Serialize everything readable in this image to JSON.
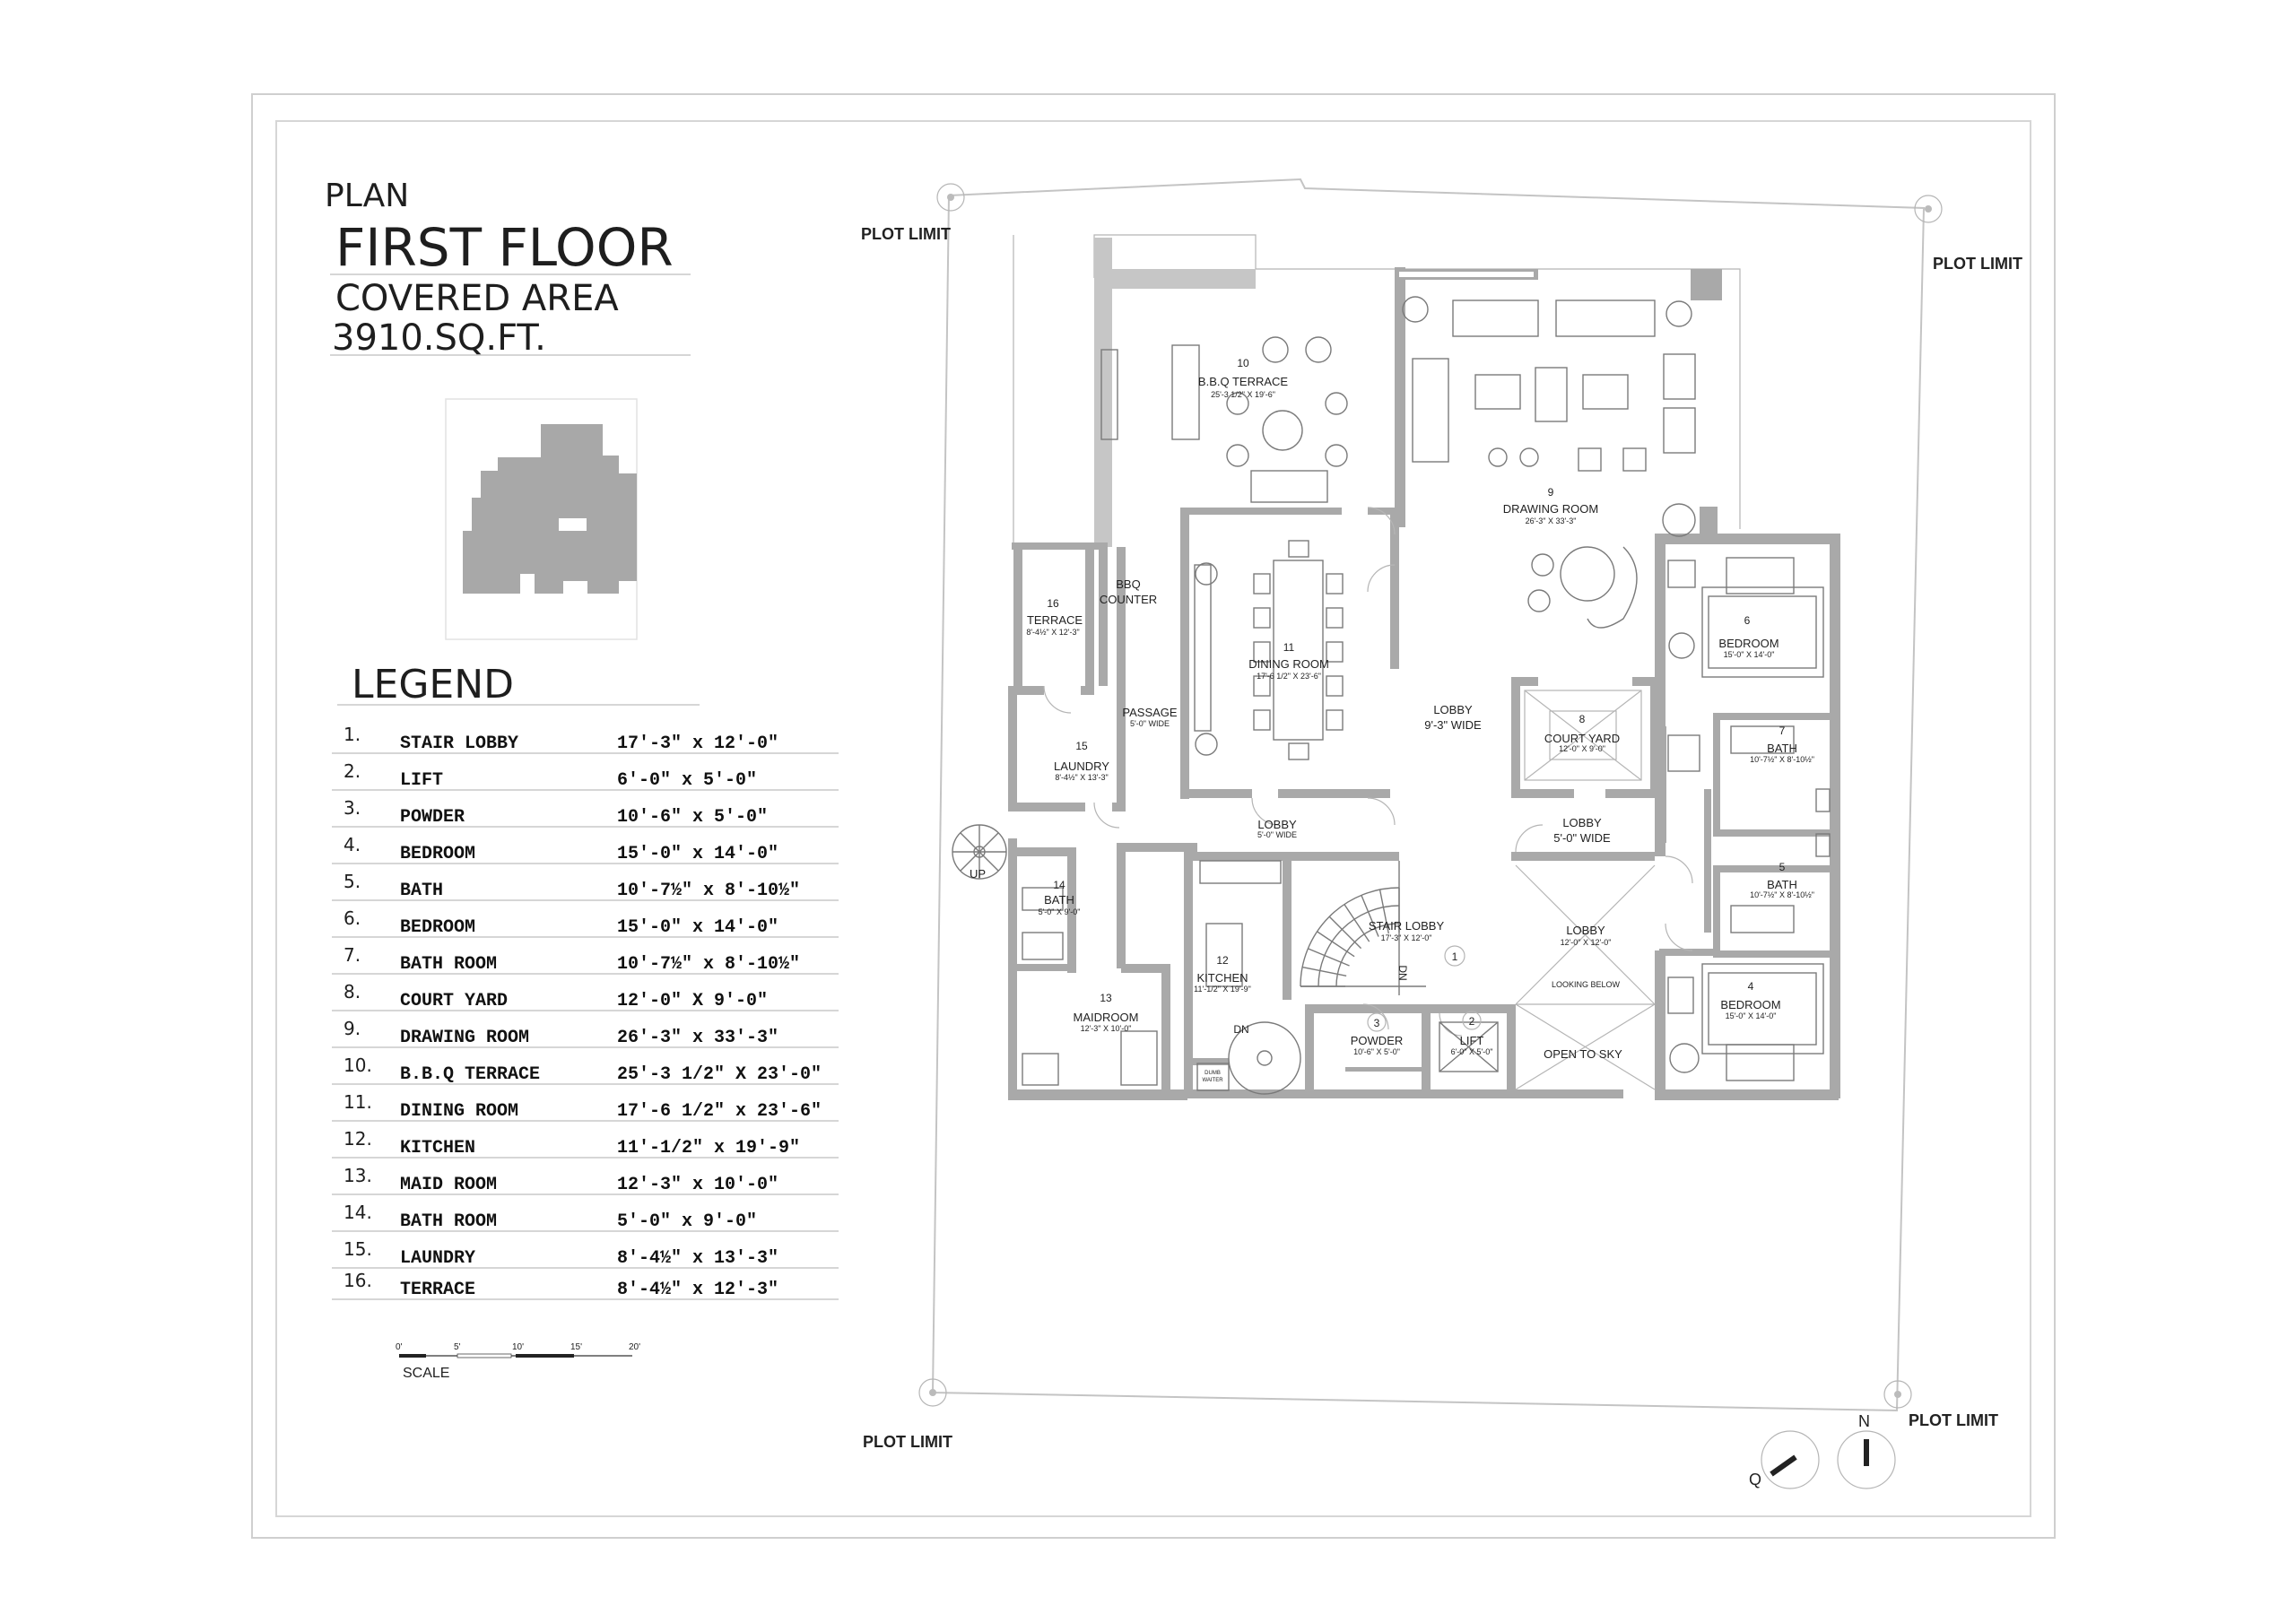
{
  "title": {
    "plan": "PLAN",
    "floor": "FIRST FLOOR",
    "covered": "COVERED AREA",
    "area": "3910.SQ.FT."
  },
  "legend": {
    "heading": "LEGEND",
    "items": [
      {
        "num": "1.",
        "name": "STAIR LOBBY",
        "size": "17′-3\" x 12′-0\""
      },
      {
        "num": "2.",
        "name": "LIFT",
        "size": "6′-0\" x 5′-0\""
      },
      {
        "num": "3.",
        "name": "POWDER",
        "size": "10′-6\" x 5′-0\""
      },
      {
        "num": "4.",
        "name": "BEDROOM",
        "size": "15′-0\" x 14′-0\""
      },
      {
        "num": "5.",
        "name": "BATH",
        "size": "10′-7½\" x 8′-10½\""
      },
      {
        "num": "6.",
        "name": "BEDROOM",
        "size": "15′-0\" x 14′-0\""
      },
      {
        "num": "7.",
        "name": "BATH ROOM",
        "size": "10′-7½\" x 8′-10½\""
      },
      {
        "num": "8.",
        "name": "COURT YARD",
        "size": "12′-0\" X 9′-0\""
      },
      {
        "num": "9.",
        "name": "DRAWING ROOM",
        "size": "26′-3\" x 33′-3\""
      },
      {
        "num": "10.",
        "name": "B.B.Q TERRACE",
        "size": "25′-3 1/2\" X 23′-0\""
      },
      {
        "num": "11.",
        "name": "DINING ROOM",
        "size": "17′-6 1/2\" x 23′-6\""
      },
      {
        "num": "12.",
        "name": "KITCHEN",
        "size": "11′-1/2\" x 19′-9\""
      },
      {
        "num": "13.",
        "name": "MAID ROOM",
        "size": "12′-3\" x 10′-0\""
      },
      {
        "num": "14.",
        "name": "BATH ROOM",
        "size": "5′-0\" x 9′-0\""
      },
      {
        "num": "15.",
        "name": "LAUNDRY",
        "size": "8′-4½\" x 13′-3\""
      },
      {
        "num": "16.",
        "name": "TERRACE",
        "size": "8′-4½\" x 12′-3\""
      }
    ]
  },
  "scale": {
    "label": "SCALE",
    "ticks": [
      "0'",
      "5'",
      "10'",
      "15'",
      "20'"
    ]
  },
  "plot_limits": [
    "PLOT LIMIT",
    "PLOT LIMIT",
    "PLOT LIMIT",
    "PLOT LIMIT"
  ],
  "compass": {
    "north": "N",
    "other": "Q"
  },
  "rooms": {
    "bbq_terrace": {
      "num": "10",
      "name": "B.B.Q TERRACE",
      "size": "25'-3 1/2\" X 19'-6\""
    },
    "drawing_room": {
      "num": "9",
      "name": "DRAWING ROOM",
      "size": "26'-3\" X 33'-3\""
    },
    "terrace": {
      "num": "16",
      "name": "TERRACE",
      "size": "8'-4½\" X 12'-3\""
    },
    "bbq_counter": {
      "line1": "BBQ",
      "line2": "COUNTER"
    },
    "dining_room": {
      "num": "11",
      "name": "DINING ROOM",
      "size": "17'-6 1/2\" X 23'-6\""
    },
    "bedroom_6": {
      "num": "6",
      "name": "BEDROOM",
      "size": "15'-0\" X 14'-0\""
    },
    "lobby_main": {
      "name": "LOBBY",
      "size": "9'-3\" WIDE"
    },
    "passage": {
      "name": "PASSAGE",
      "size": "5'-0\" WIDE"
    },
    "laundry": {
      "num": "15",
      "name": "LAUNDRY",
      "size": "8'-4½\" X 13'-3\""
    },
    "court_yard": {
      "num": "8",
      "name": "COURT YARD",
      "size": "12'-0\" X 9'-0\""
    },
    "bath_7": {
      "num": "7",
      "name": "BATH",
      "size": "10'-7½\" X 8'-10½\""
    },
    "lobby_left": {
      "name": "LOBBY",
      "size": "5'-0\" WIDE"
    },
    "lobby_right": {
      "name": "LOBBY",
      "size": "5'-0\" WIDE"
    },
    "bath_5": {
      "num": "5",
      "name": "BATH",
      "size": "10'-7½\" X 8'-10½\""
    },
    "up": "UP",
    "bath_14": {
      "num": "14",
      "name": "BATH",
      "size": "5'-0\" X 9'-0\""
    },
    "stair_lobby": {
      "num": "1",
      "name": "STAIR LOBBY",
      "size": "17'-3\" X 12'-0\""
    },
    "dn_stair": "DN",
    "kitchen": {
      "num": "12",
      "name": "KITCHEN",
      "size": "11'-1/2\" X 19'-9\""
    },
    "lobby_center": {
      "name": "LOBBY",
      "size": "12'-0\" X 12'-0\"",
      "note": "LOOKING BELOW"
    },
    "bedroom_4": {
      "num": "4",
      "name": "BEDROOM",
      "size": "15'-0\" X 14'-0\""
    },
    "maidroom": {
      "num": "13",
      "name": "MAIDROOM",
      "size": "12'-3\" X 10'-0\""
    },
    "powder": {
      "num": "3",
      "name": "POWDER",
      "size": "10'-6\" X 5'-0\""
    },
    "lift": {
      "num": "2",
      "name": "LIFT",
      "size": "6'-0\" X 5'-0\""
    },
    "dn_kitchen": "DN",
    "open_to_sky": "OPEN TO SKY",
    "dumb_waiter": {
      "line1": "DUMB",
      "line2": "WAITER"
    }
  }
}
